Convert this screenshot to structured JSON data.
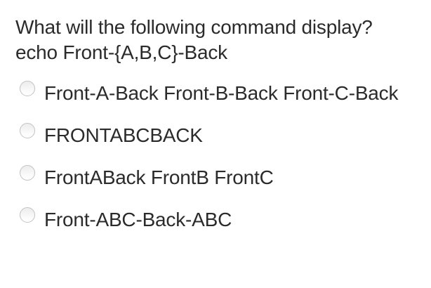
{
  "question": {
    "line1": "What will the following command display?",
    "line2": "echo Front-{A,B,C}-Back"
  },
  "options": [
    {
      "label": "Front-A-Back Front-B-Back Front-C-Back",
      "selected": false
    },
    {
      "label": "FRONTABCBACK",
      "selected": false
    },
    {
      "label": "FrontABack FrontB FrontC",
      "selected": false
    },
    {
      "label": "Front-ABC-Back-ABC",
      "selected": false
    }
  ],
  "colors": {
    "background": "#ffffff",
    "text": "#2b2b2b",
    "radio_border": "#c2c2c2"
  }
}
